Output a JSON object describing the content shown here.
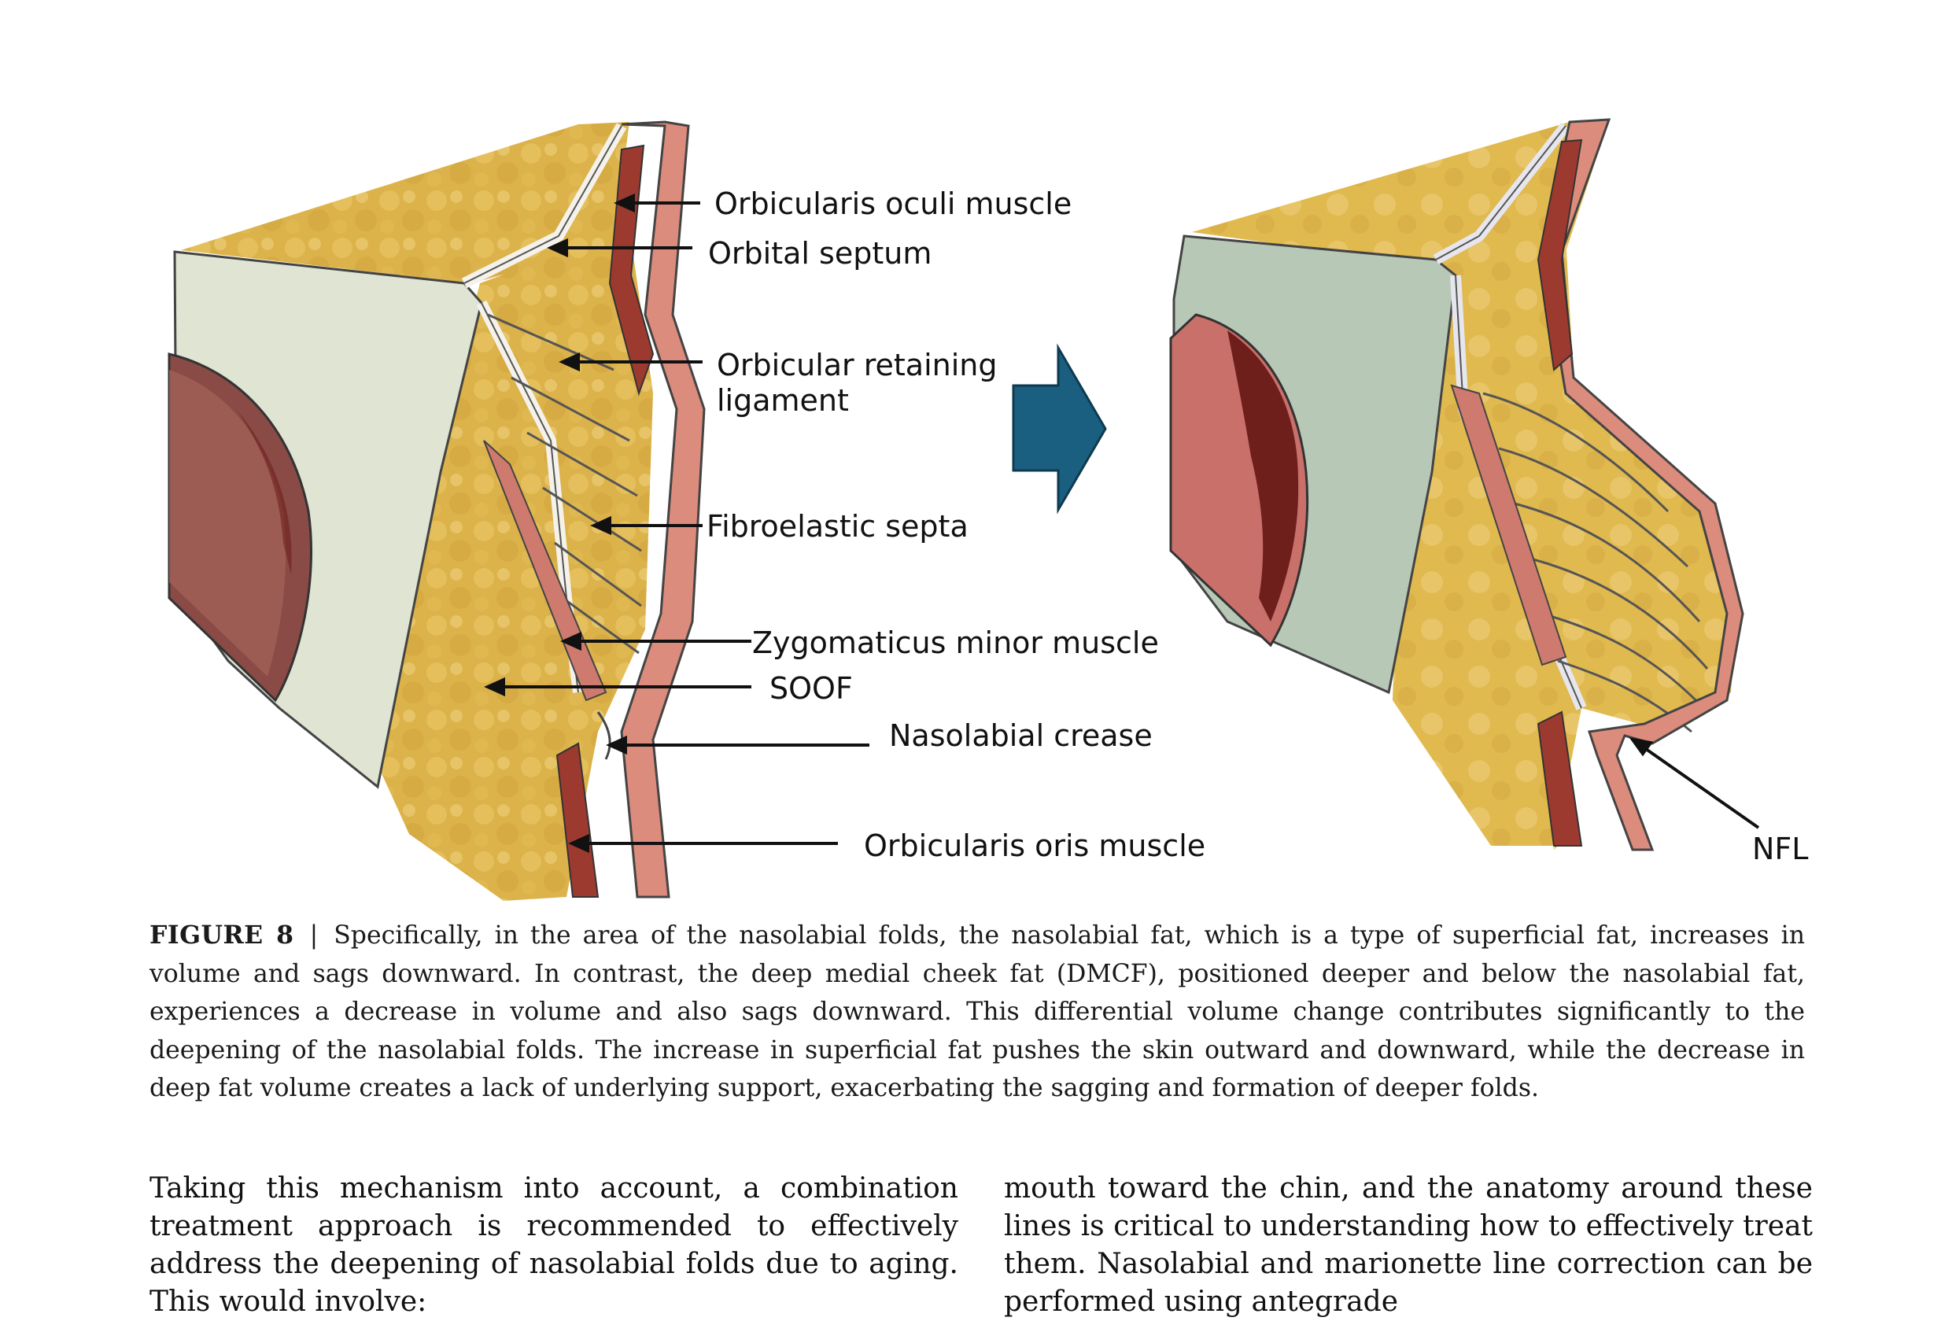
{
  "figure": {
    "labels": {
      "orbicularis_oculi": "Orbicularis oculi muscle",
      "orbital_septum": "Orbital septum",
      "orbicular_retaining_line1": "Orbicular retaining",
      "orbicular_retaining_line2": "ligament",
      "fibroelastic_septa": "Fibroelastic septa",
      "zygomaticus_minor": "Zygomaticus minor muscle",
      "soof": "SOOF",
      "nasolabial_crease": "Nasolabial crease",
      "orbicularis_oris": "Orbicularis oris muscle",
      "nfl": "NFL"
    },
    "colors": {
      "fat": "#dcb24a",
      "fat_light": "#e8c66a",
      "bone_left": "#dfe4d3",
      "bone_right": "#b8c8b6",
      "skin": "#dc8c7c",
      "muscle": "#9c3a30",
      "muscle_dark": "#6e1f1c",
      "septum": "#f2f0ea",
      "arrow_fill": "#1b5f80"
    }
  },
  "caption": {
    "label": "FIGURE 8",
    "separator": "|",
    "text": "Specifically, in the area of the nasolabial folds, the nasolabial fat, which is a type of superficial fat, increases in volume and sags downward. In contrast, the deep medial cheek fat (DMCF), positioned deeper and below the nasolabial fat, experiences a decrease in volume and also sags downward. This differential volume change contributes significantly to the deepening of the nasolabial folds. The increase in superficial fat pushes the skin outward and downward, while the decrease in deep fat volume creates a lack of underlying support, exacerbating the sagging and formation of deeper folds."
  },
  "body": {
    "left_column": "Taking this mechanism into account, a combination treatment approach is recommended to effectively address the deepening of nasolabial folds due to aging. This would involve:",
    "right_column": "mouth toward the chin, and the anatomy around these lines is critical to understanding how to effectively treat them. Nasolabial and marionette line correction can be performed using antegrade"
  }
}
